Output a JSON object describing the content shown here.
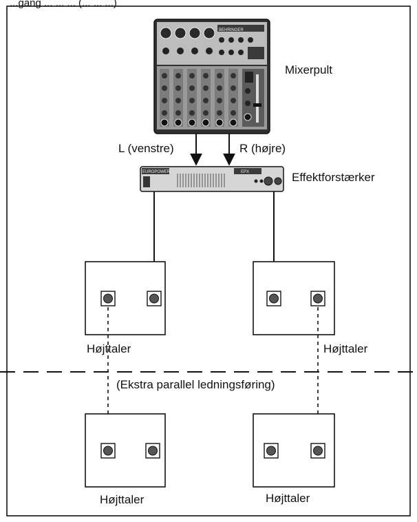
{
  "header_text": "...gang ... ... ... (... ... ...)",
  "labels": {
    "mixer": "Mixerpult",
    "left_channel": "L (venstre)",
    "right_channel": "R (højre)",
    "amplifier": "Effektforstærker",
    "speaker_top_left": "Højttaler",
    "speaker_top_right": "Højttaler",
    "extra_wiring": "(Ekstra parallel ledningsføring)",
    "speaker_bottom_left": "Højttaler",
    "speaker_bottom_right": "Højttaler"
  },
  "device_markings": {
    "mixer_brand": "BEHRINGER",
    "amp_brand": "EUROPOWER",
    "amp_model": "EPX"
  },
  "colors": {
    "line": "#111111",
    "device_dark": "#3a3a3a",
    "device_mid": "#8c8c8c",
    "device_light": "#d6d6d6"
  }
}
